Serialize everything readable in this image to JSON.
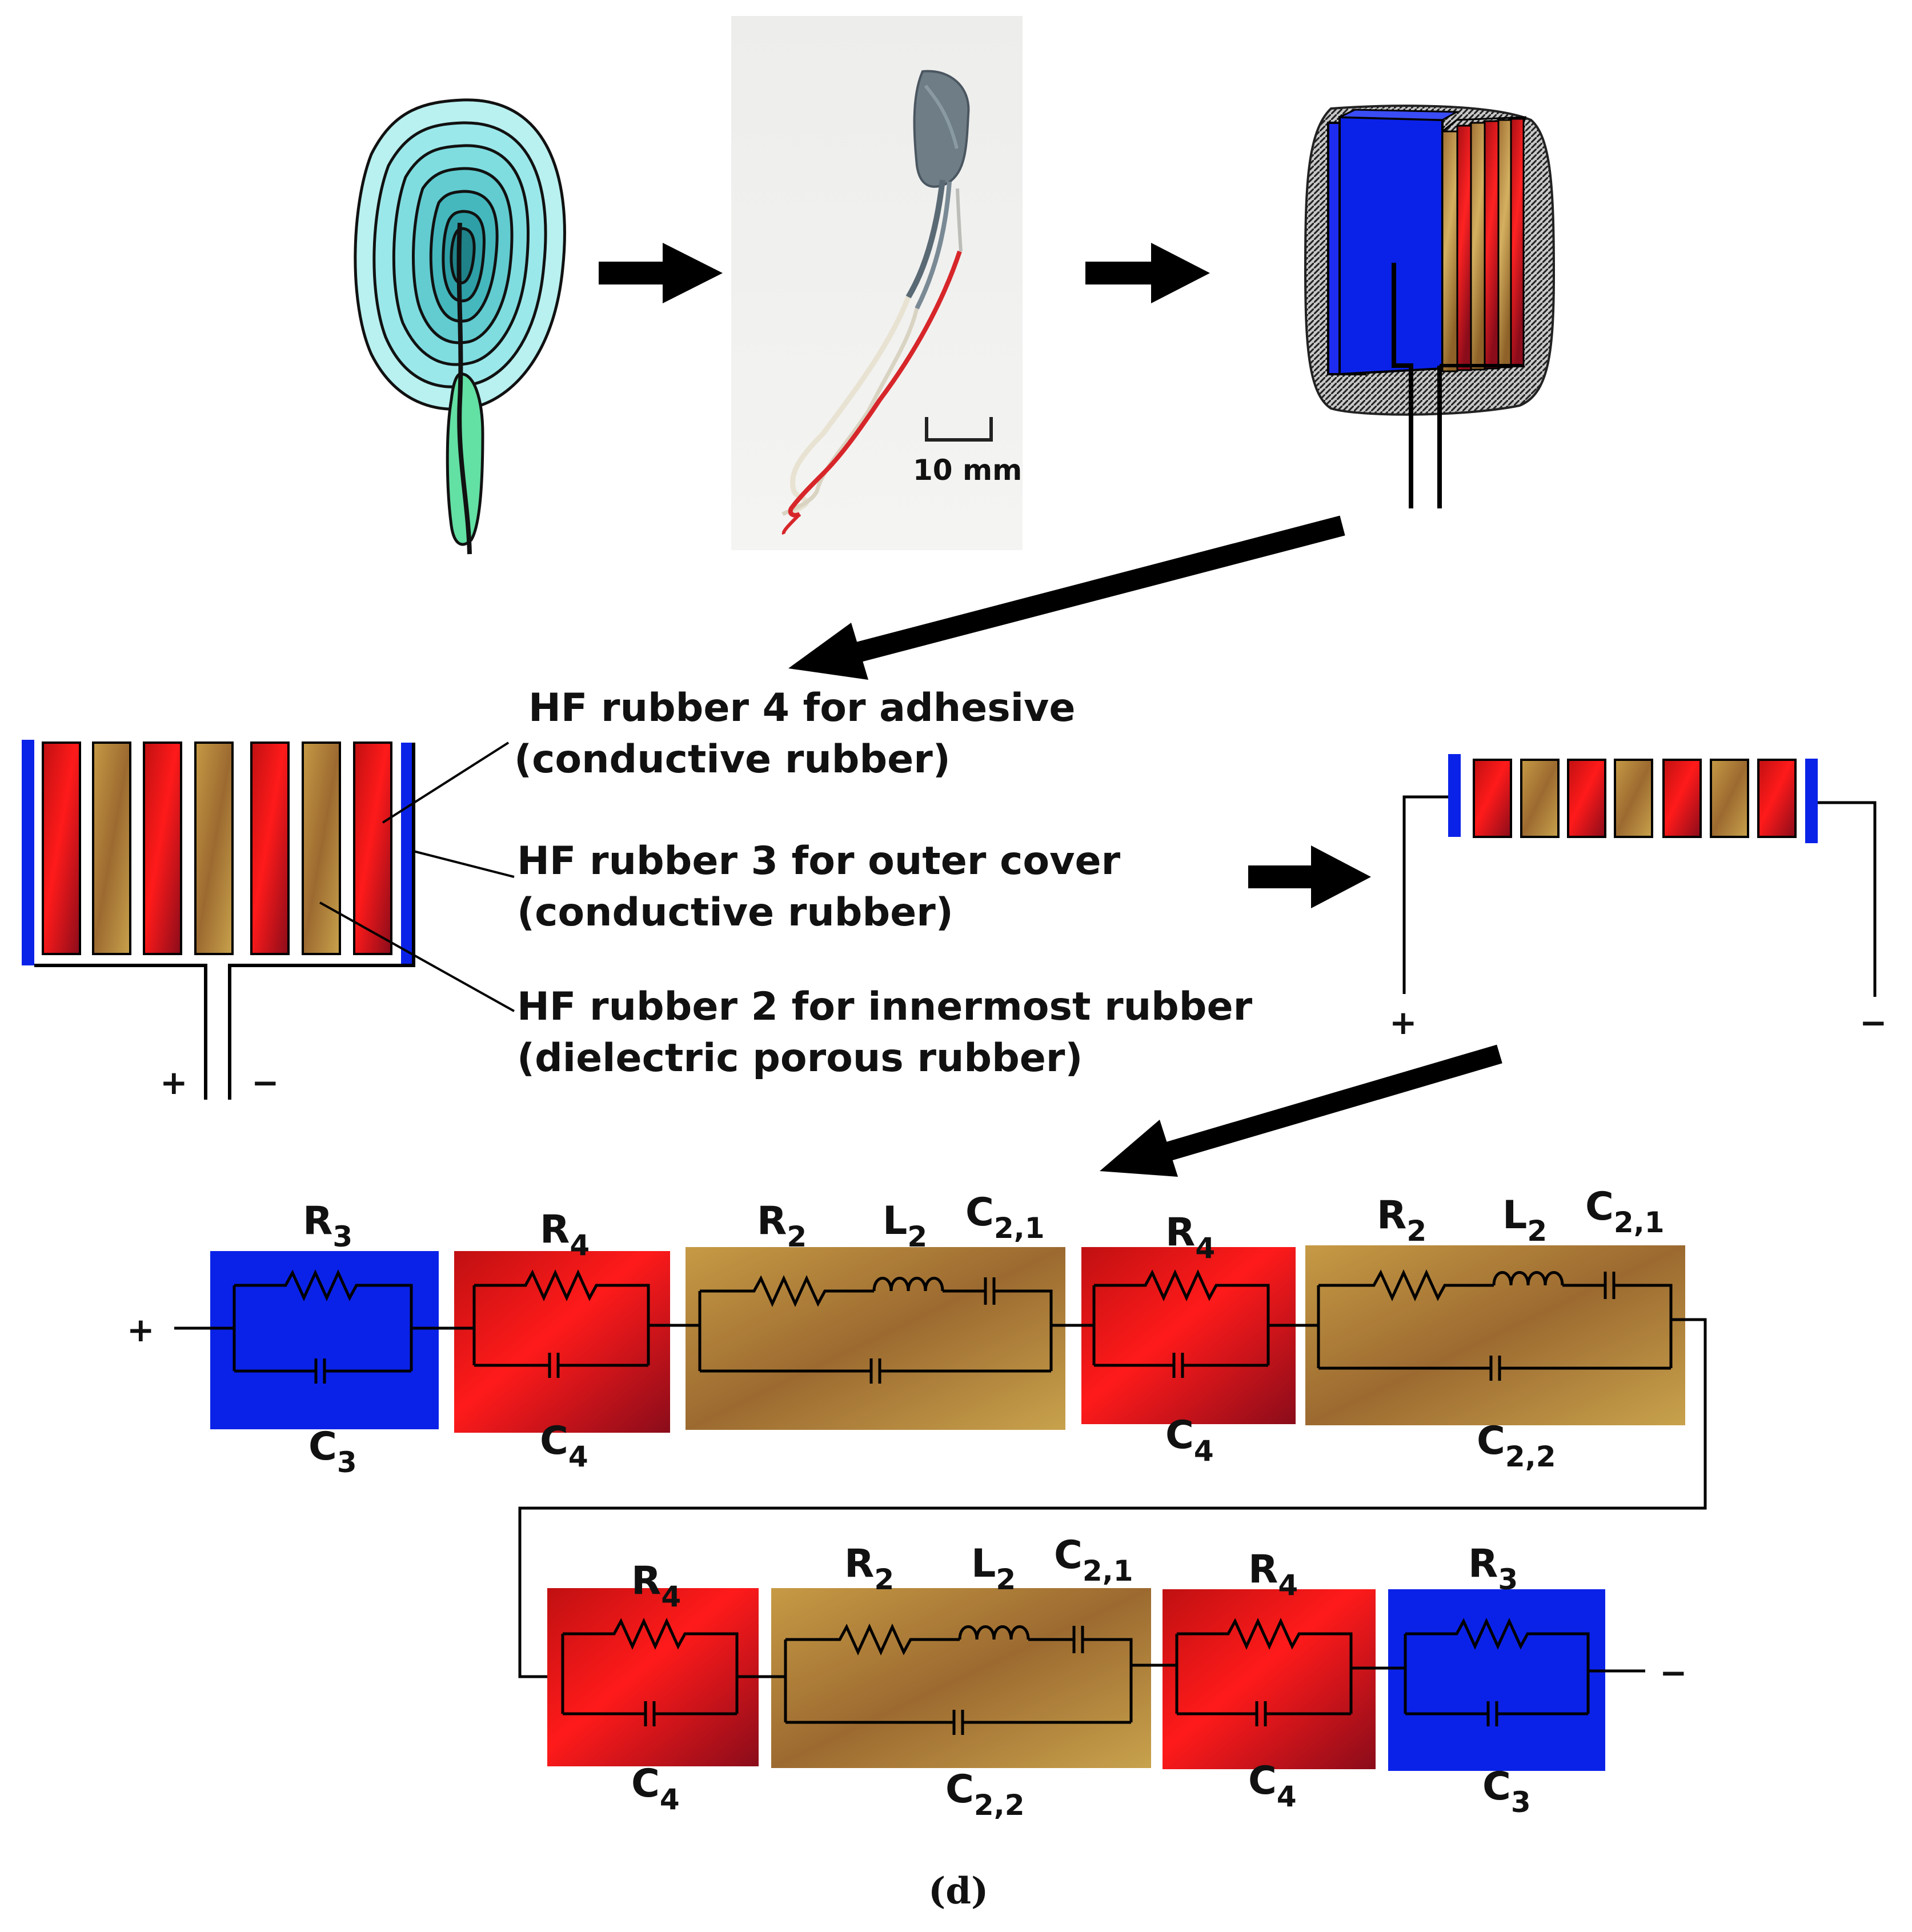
{
  "photo": {
    "scale_label": "10 mm"
  },
  "legend": {
    "hf4_line1": "HF rubber 4 for adhesive",
    "hf4_line2": "(conductive rubber)",
    "hf3_line1": "HF rubber 3 for outer cover",
    "hf3_line2": "(conductive rubber)",
    "hf2_line1": "HF rubber 2 for innermost rubber",
    "hf2_line2": "(dielectric porous rubber)"
  },
  "terminals": {
    "plus": "+",
    "minus": "−"
  },
  "circuit": {
    "R": "R",
    "C": "C",
    "L": "L",
    "sub3": "3",
    "sub4": "4",
    "sub2": "2",
    "sub21": "2,1",
    "sub22": "2,2"
  },
  "caption": "(d)",
  "colors": {
    "blue": "#0a22e8",
    "red": "#e8161d",
    "gold": "#b08a3e",
    "turquoise": "#3cc9c9"
  }
}
